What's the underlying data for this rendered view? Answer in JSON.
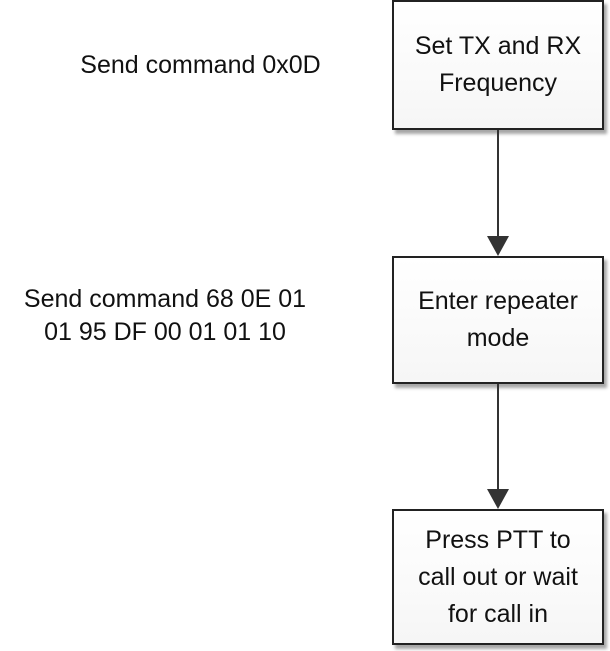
{
  "steps": [
    {
      "lines": [
        "Set TX and RX",
        "Frequency"
      ]
    },
    {
      "lines": [
        "Enter repeater",
        "mode"
      ]
    },
    {
      "lines": [
        "Press PTT to",
        "call out or wait",
        "for call in"
      ]
    }
  ],
  "notes": [
    {
      "lines": [
        "Send command 0x0D"
      ]
    },
    {
      "lines": [
        "Send command 68 0E 01",
        "01 95 DF 00 01 01 10"
      ]
    }
  ],
  "colors": {
    "border": "#222222",
    "arrow": "#333333"
  }
}
